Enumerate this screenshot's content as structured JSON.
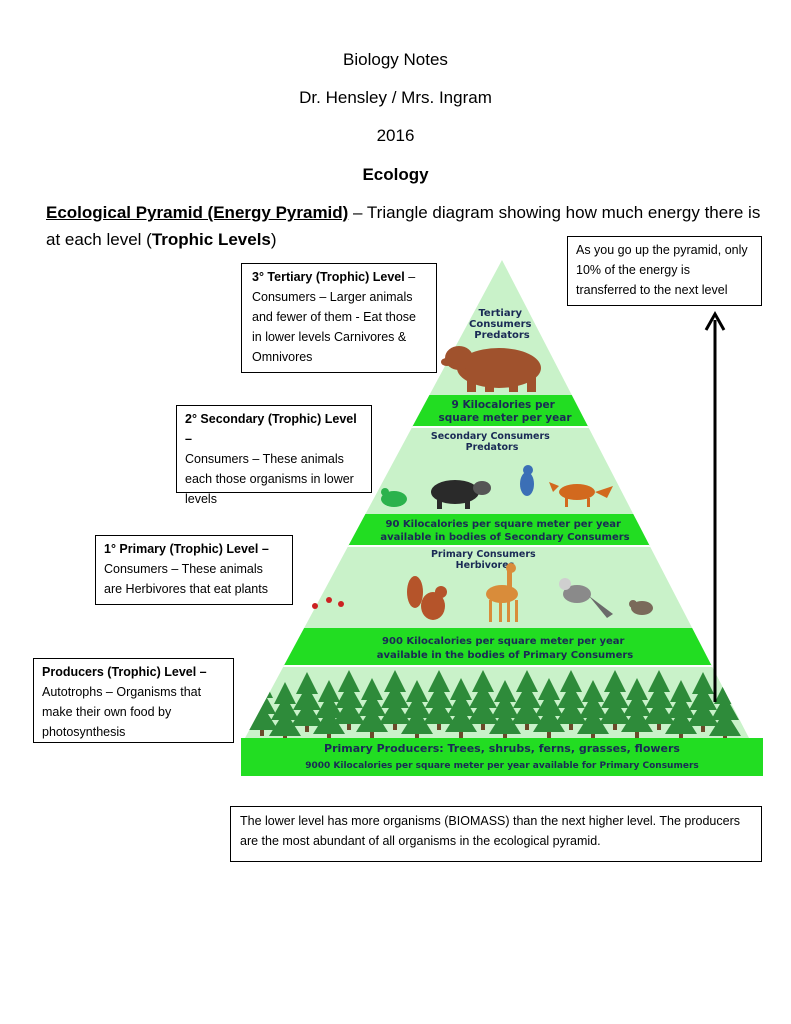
{
  "header": {
    "title": "Biology Notes",
    "authors": "Dr. Hensley / Mrs. Ingram",
    "year": "2016",
    "topic": "Ecology"
  },
  "intro": {
    "term": "Ecological Pyramid (Energy Pyramid)",
    "text_a": " – Triangle diagram showing how much energy there is at each level (",
    "term2": "Trophic Levels",
    "text_b": ")"
  },
  "boxes": {
    "tertiary": {
      "heading": "3° Tertiary (Trophic) Level",
      "body": " – Consumers – Larger animals and fewer of them - Eat those in lower levels Carnivores & Omnivores"
    },
    "secondary": {
      "heading": "2° Secondary (Trophic) Level –",
      "body": "Consumers – These animals each those organisms in lower levels"
    },
    "primary": {
      "heading": "1° Primary (Trophic) Level –",
      "body": "Consumers – These animals are Herbivores that eat plants"
    },
    "producers": {
      "heading": "Producers (Trophic) Level –",
      "body": "Autotrophs – Organisms that make their own food by photosynthesis"
    },
    "energy_note": "As you go up the pyramid, only 10% of the energy is transferred to the next level",
    "biomass_note": "The lower level has more organisms (BIOMASS) than the next higher level.  The producers are the most abundant of all organisms in the ecological pyramid."
  },
  "pyramid": {
    "tertiary_title": [
      "Tertiary",
      "Consumers",
      "Predators"
    ],
    "tertiary_energy": [
      "9 Kilocalories per",
      "square meter per year"
    ],
    "secondary_title": [
      "Secondary Consumers",
      "Predators"
    ],
    "secondary_energy": [
      "90 Kilocalories per square meter per year",
      "available in bodies of Secondary Consumers"
    ],
    "primary_title": [
      "Primary Consumers",
      "Herbivores"
    ],
    "primary_energy": [
      "900 Kilocalories per square meter per year",
      "available in the bodies of Primary Consumers"
    ],
    "producers_title": "Primary Producers:  Trees, shrubs, ferns, grasses, flowers",
    "producers_energy": "9000 Kilocalories per square meter per year available for Primary Consumers"
  },
  "colors": {
    "pyramid_light": "#c9f2c9",
    "band_green": "#22dd22",
    "tree_green": "#2e8b3a",
    "animal_brown": "#a0522d",
    "text_navy": "#1a2a55"
  }
}
